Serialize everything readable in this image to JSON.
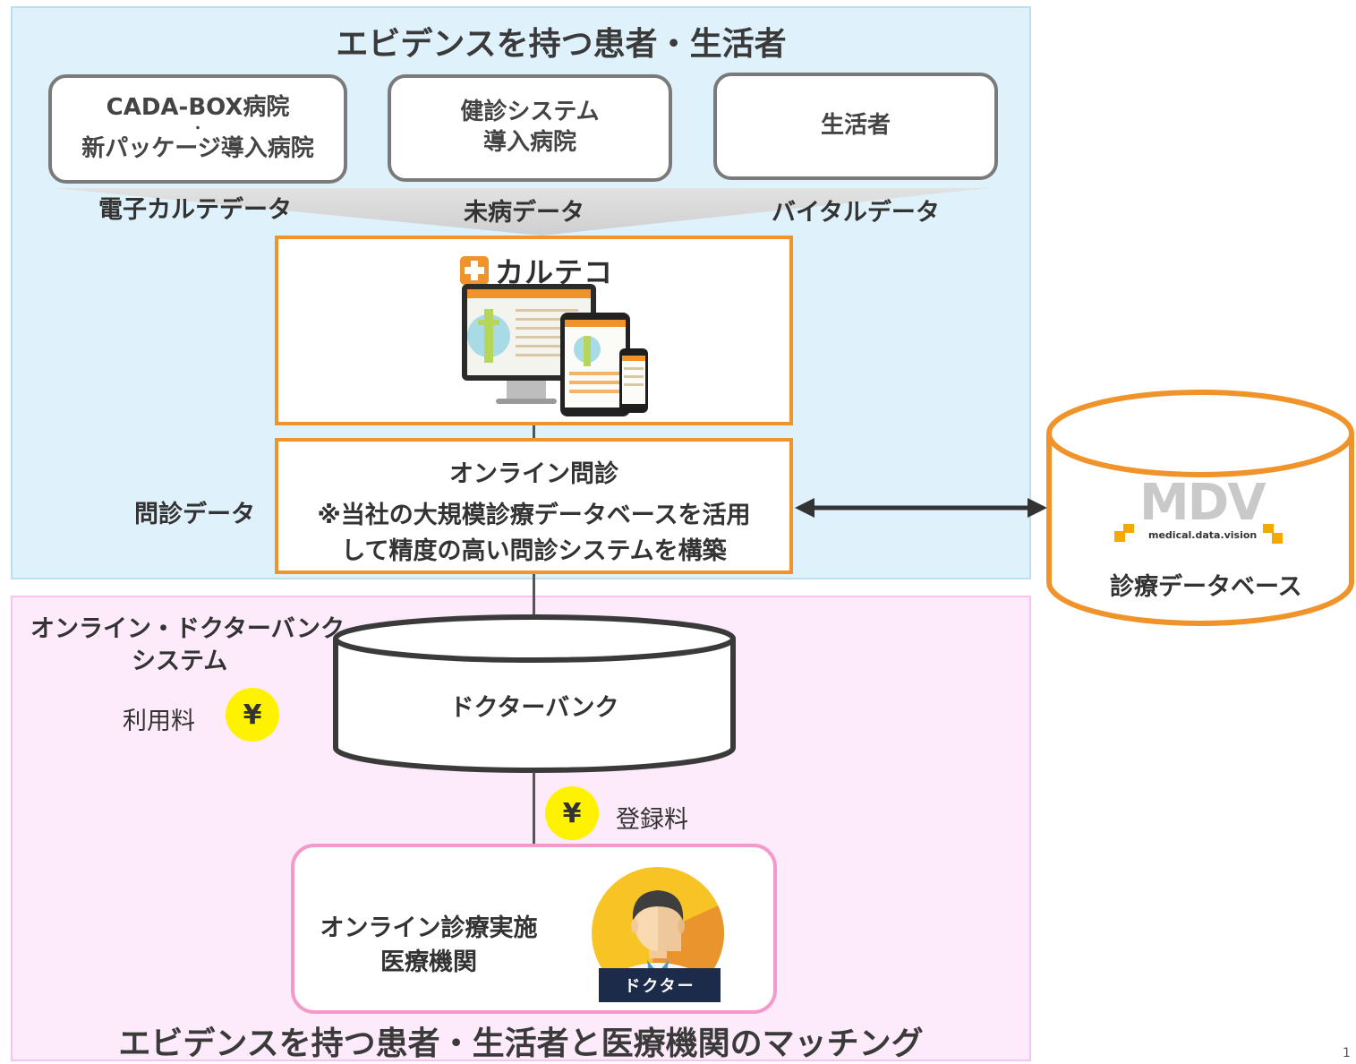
{
  "top": {
    "title": "エビデンスを持つ患者・生活者",
    "sources": [
      {
        "line1": "CADA-BOX病院",
        "sep": "・",
        "line2": "新パッケージ導入病院"
      },
      {
        "line1": "健診システム",
        "line2": "導入病院"
      },
      {
        "line1": "生活者"
      }
    ],
    "flow_labels": [
      "電子カルテデータ",
      "未病データ",
      "バイタルデータ"
    ]
  },
  "karteco": {
    "logo_text": "カルテコ"
  },
  "online_interview": {
    "side_label": "問診データ",
    "title": "オンライン問診",
    "desc_line1": "※当社の大規模診療データベースを活用",
    "desc_line2": "して精度の高い問診システムを構築"
  },
  "mdv": {
    "logo_main": "MDV",
    "logo_sub": "medical.data.vision",
    "label": "診療データベース"
  },
  "bottom": {
    "system_label_1": "オンライン・ドクターバンク",
    "system_label_2": "システム",
    "usage_fee": "利用料",
    "yen": "¥",
    "doctor_bank": "ドクターバンク",
    "registration_fee": "登録料",
    "clinic_line1": "オンライン診療実施",
    "clinic_line2": "医療機関",
    "doctor_badge": "ドクター",
    "footer_title": "エビデンスを持つ患者・生活者と医療機関のマッチング"
  },
  "page_number": "1",
  "colors": {
    "orange": "#f0932b",
    "top_bg": "#dff1fb",
    "bottom_bg": "#fdeafb",
    "yen": "#fff200",
    "pink_border": "#f39acb"
  }
}
